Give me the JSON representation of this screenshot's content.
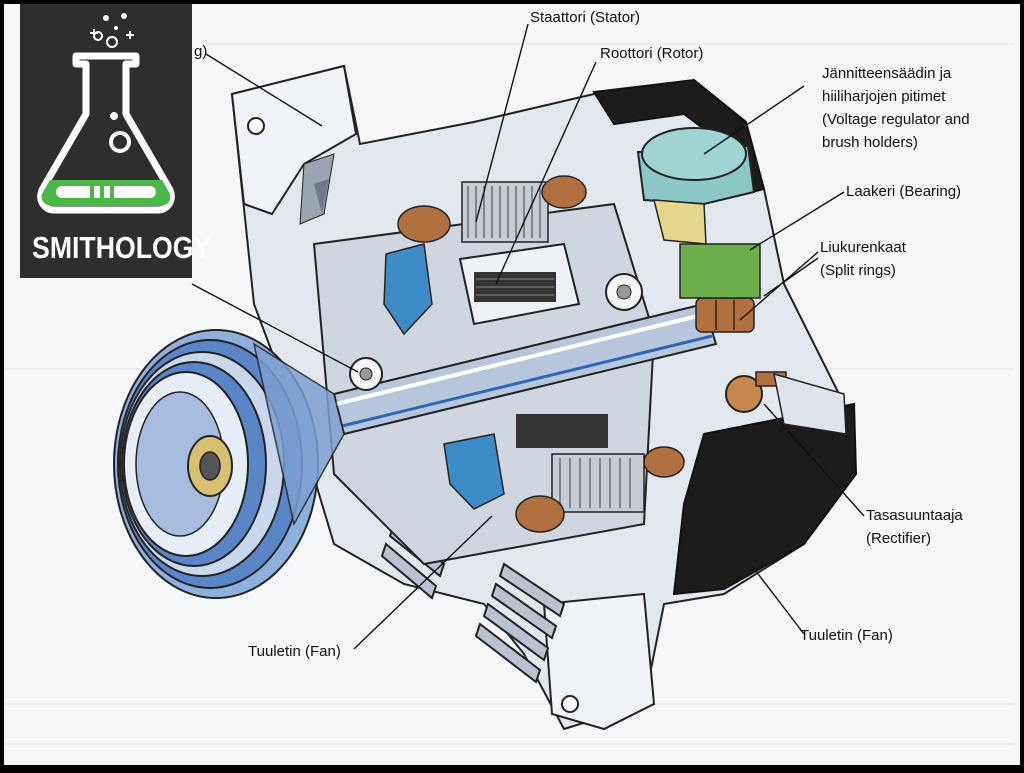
{
  "labels": {
    "stator": "Staattori (Stator)",
    "rotor": "Roottori (Rotor)",
    "regulator_line1": "Jännitteensäädin ja",
    "regulator_line2": "hiiliharjojen pitimet",
    "regulator_line3": "(Voltage regulator and",
    "regulator_line4": "brush holders)",
    "bearing": "Laakeri (Bearing)",
    "rings_line1": "Liukurenkaat",
    "rings_line2": "(Split rings)",
    "rectifier_line1": "Tasasuuntaaja",
    "rectifier_line2": "(Rectifier)",
    "fan_left": "Tuuletin (Fan)",
    "fan_right": "Tuuletin (Fan)",
    "partial_top_left": "g)"
  },
  "logo": {
    "text": "SMITHOLOGY",
    "icon": "flask-icon"
  },
  "colors": {
    "housing": "#e2e7ee",
    "housing_shade": "#aab3bf",
    "pulley": "#5a86c8",
    "dark_cover": "#1c1c1c",
    "regulator": "#8ac7c6",
    "green_part": "#6cae4a",
    "copper": "#b07040",
    "blue_part": "#3d8cc8",
    "logo_bg": "#2e2e2e",
    "logo_green": "#49b847"
  }
}
